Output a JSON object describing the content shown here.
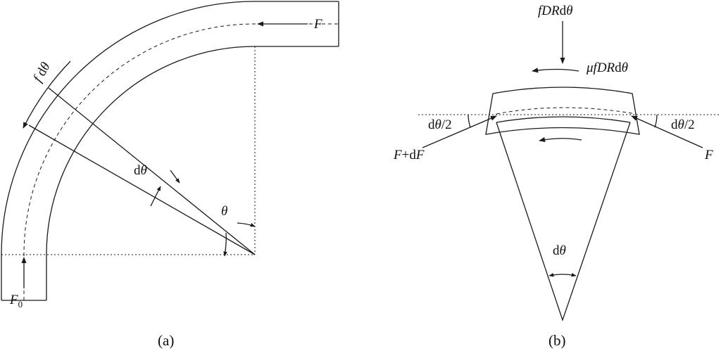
{
  "diagram": {
    "line_color": "#1a1a1a",
    "background": "#ffffff",
    "panel_a": {
      "caption": "(a)",
      "labels": {
        "f_dtheta": {
          "italic": "f",
          "roman": " d",
          "greek": "θ"
        },
        "force_top": "F",
        "force_bottom": {
          "main": "F",
          "sub": "0"
        },
        "dtheta": {
          "roman": "d",
          "greek": "θ"
        },
        "theta": "θ"
      }
    },
    "panel_b": {
      "caption": "(b)",
      "labels": {
        "normal_load": {
          "italic": "fDR",
          "roman": "d",
          "greek": "θ"
        },
        "friction": {
          "greek": "μ",
          "italic": "fDR",
          "roman": "d",
          "greek2": "θ"
        },
        "half_angle_left": {
          "roman": "d",
          "greek": "θ",
          "tail": "/2"
        },
        "half_angle_right": {
          "roman": "d",
          "greek": "θ",
          "tail": "/2"
        },
        "force_left": {
          "italic": "F",
          "roman": "+d",
          "italic2": "F"
        },
        "force_right": "F",
        "apex_angle": {
          "roman": "d",
          "greek": "θ"
        }
      }
    }
  }
}
